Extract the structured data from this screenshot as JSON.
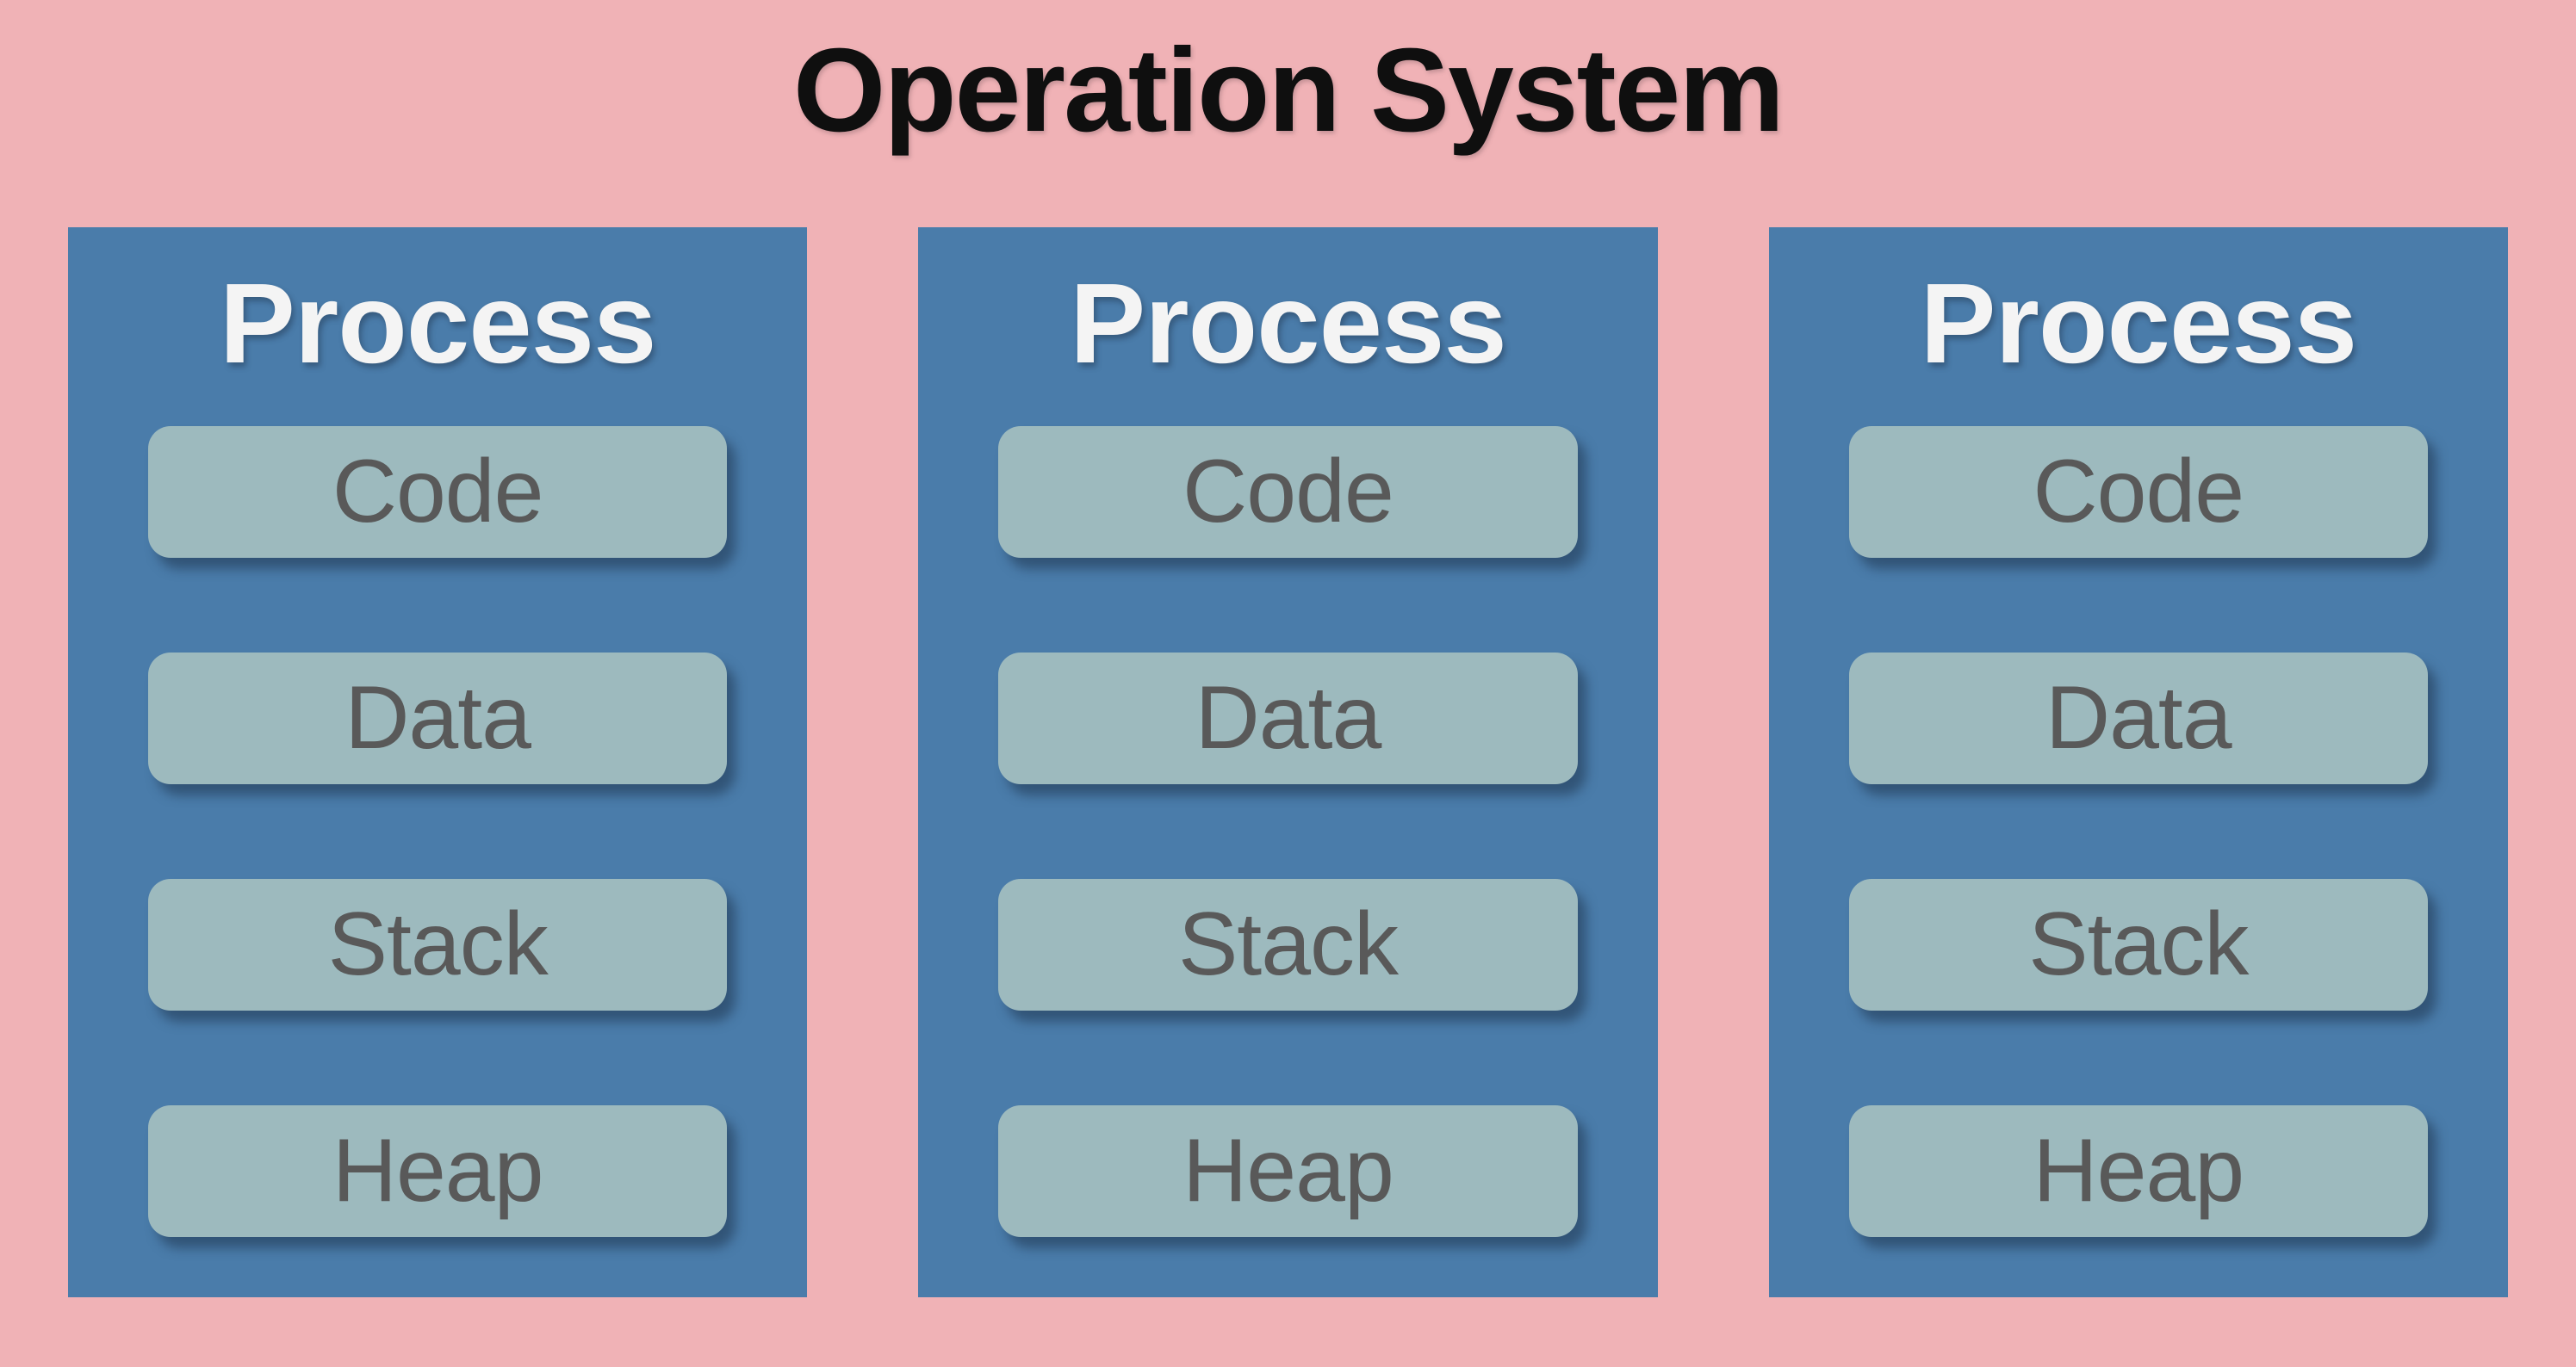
{
  "title": "Operation System",
  "processes": [
    {
      "title": "Process",
      "segments": [
        "Code",
        "Data",
        "Stack",
        "Heap"
      ]
    },
    {
      "title": "Process",
      "segments": [
        "Code",
        "Data",
        "Stack",
        "Heap"
      ]
    },
    {
      "title": "Process",
      "segments": [
        "Code",
        "Data",
        "Stack",
        "Heap"
      ]
    }
  ],
  "colors": {
    "background": "#f0b2b6",
    "process_box": "#4a7caa",
    "segment_box": "#9dbabe",
    "title_text": "#0f0f0f",
    "process_title_text": "#f4f4f4",
    "segment_text": "#595959",
    "segment_shadow": "#2d4a66"
  }
}
